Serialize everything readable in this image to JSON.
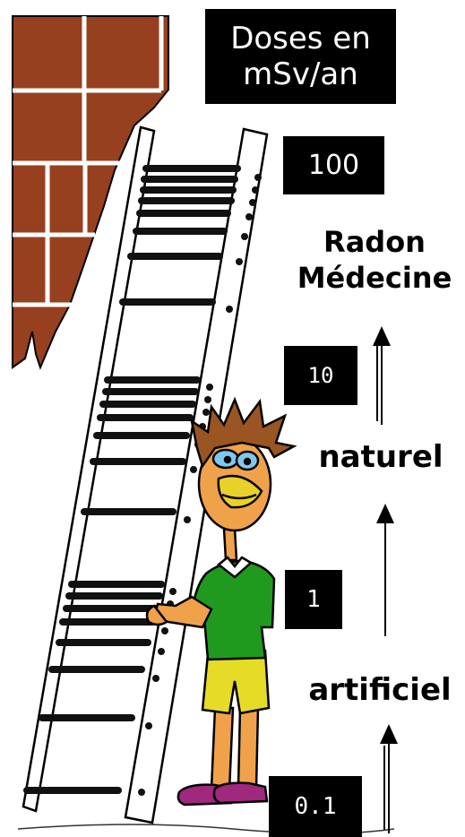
{
  "title": {
    "line1": "Doses en",
    "line2": "mSv/an"
  },
  "scale": [
    {
      "key": "v100",
      "value": "100"
    },
    {
      "key": "v10",
      "value": "10"
    },
    {
      "key": "v1",
      "value": "1"
    },
    {
      "key": "v01",
      "value": "0.1"
    }
  ],
  "sources": {
    "top_line1": "Radon",
    "top_line2": "Médecine",
    "middle": "naturel",
    "bottom": "artificiel"
  },
  "colors": {
    "wall_brick": "#97401f",
    "wall_mortar": "#ffffff",
    "shirt": "#1f9a1f",
    "shorts": "#e6dc28",
    "skin": "#f0a24a",
    "hair": "#9a5522",
    "shoes": "#a0287e",
    "box_bg": "#000000",
    "box_text": "#ffffff"
  }
}
